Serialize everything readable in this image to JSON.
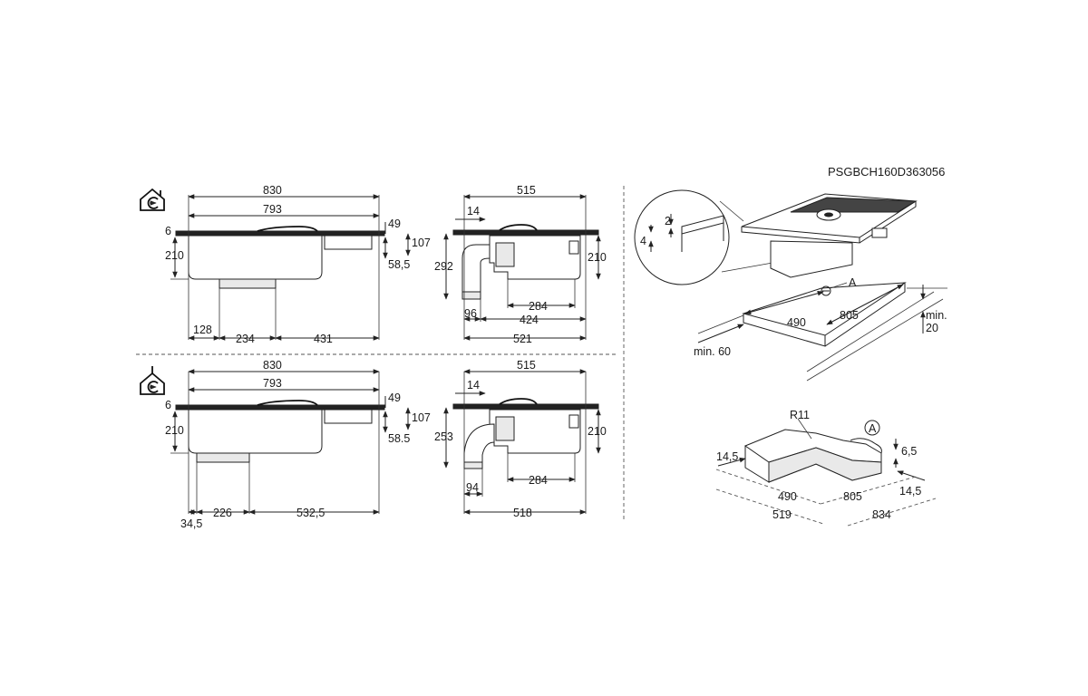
{
  "product_code": "PSGBCH160D363056",
  "icons": {
    "top": "extraction-mode-house-icon",
    "bottom": "recirculation-mode-house-icon"
  },
  "top_front": {
    "w830": "830",
    "w793": "793",
    "h6": "6",
    "h210": "210",
    "h49": "49",
    "h107": "107",
    "h58": "58,5",
    "b128": "128",
    "b234": "234",
    "b431": "431"
  },
  "top_side": {
    "w515": "515",
    "w14": "14",
    "h292": "292",
    "h210": "210",
    "b284": "284",
    "b96": "96",
    "b424": "424",
    "b521": "521"
  },
  "bottom_front": {
    "w830": "830",
    "w793": "793",
    "h6": "6",
    "h210": "210",
    "h49": "49",
    "h107": "107",
    "h58": "58.5",
    "b34": "34,5",
    "b226": "226",
    "b532": "532,5"
  },
  "bottom_side": {
    "w515": "515",
    "w14": "14",
    "h253": "253",
    "h210": "210",
    "b284": "284",
    "b94": "94",
    "b518": "518"
  },
  "install": {
    "d2": "2",
    "d4": "4",
    "marker": "A",
    "d490": "490",
    "d805": "805",
    "min60": "min. 60",
    "min20a": "min.",
    "min20b": "20"
  },
  "cutout": {
    "r11": "R11",
    "marker": "A",
    "d14a": "14,5",
    "d65": "6,5",
    "d14b": "14,5",
    "d490": "490",
    "d805": "805",
    "d519": "519",
    "d834": "834"
  }
}
